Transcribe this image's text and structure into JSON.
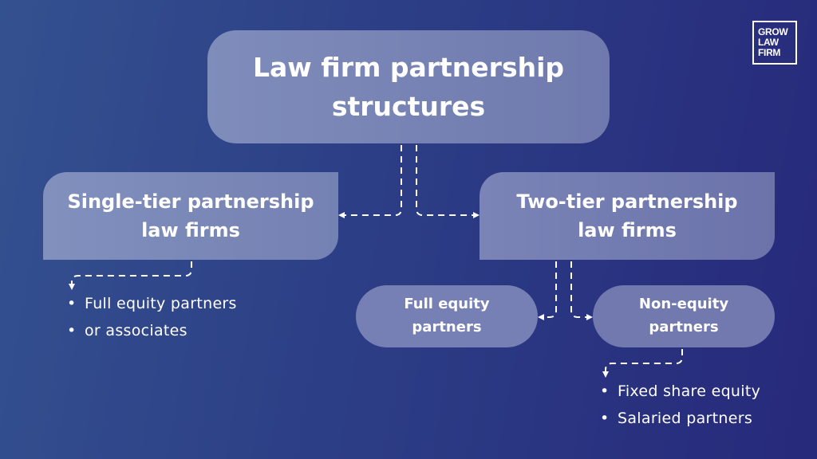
{
  "diagram": {
    "root": {
      "label": "Law firm partnership structures"
    },
    "single_tier": {
      "label": "Single-tier partnership law firms",
      "items": [
        "Full equity partners",
        "or associates"
      ]
    },
    "two_tier": {
      "label": "Two-tier partnership law firms",
      "children": {
        "full_equity": {
          "label": "Full equity partners"
        },
        "non_equity": {
          "label": "Non-equity partners",
          "items": [
            "Fixed share equity",
            "Salaried partners"
          ]
        }
      }
    },
    "bullet_glyph": "•"
  },
  "logo": {
    "lines": [
      "GROW",
      "LAW",
      "FIRM"
    ]
  },
  "colors": {
    "background_start": "#34518f",
    "background_end": "#27297a",
    "node_fill": "#7a84b6",
    "text": "#ffffff"
  }
}
